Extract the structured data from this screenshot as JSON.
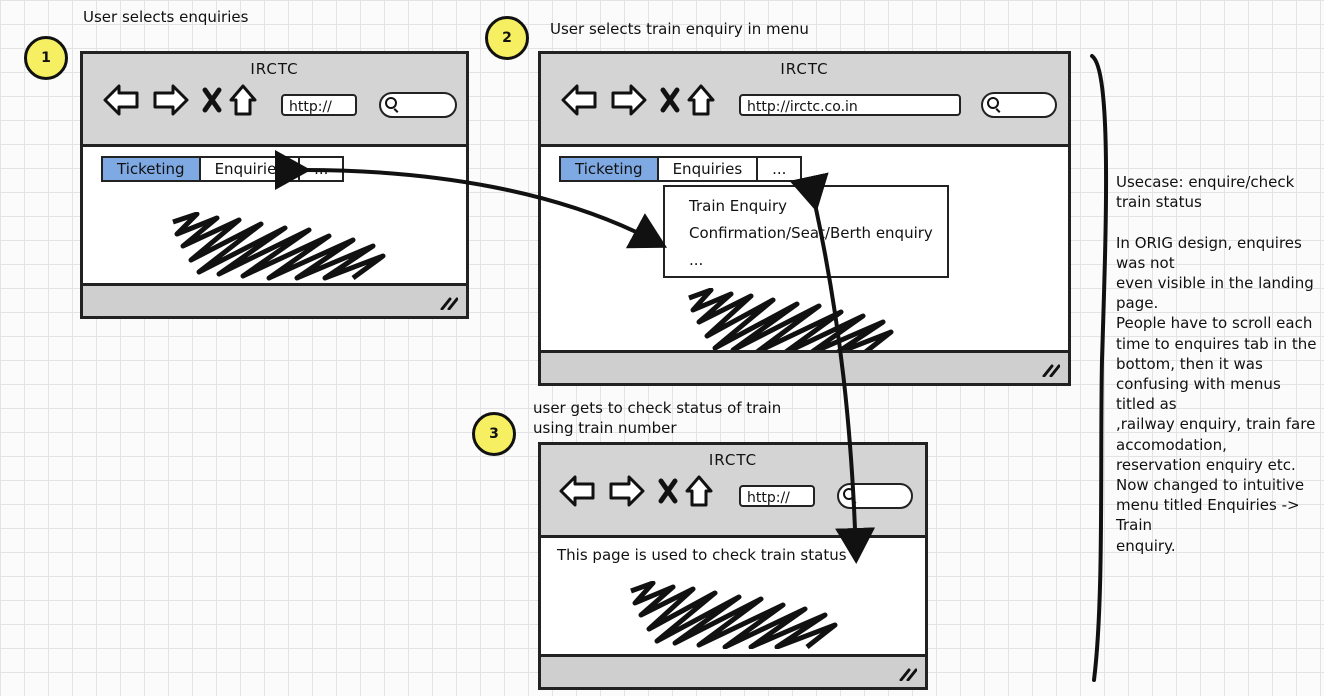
{
  "captions": {
    "step1": "User selects enquiries",
    "step2": "User selects train enquiry in menu",
    "step3_line1": "user gets to check status of train",
    "step3_line2": "using train number"
  },
  "badges": {
    "one": "1",
    "two": "2",
    "three": "3"
  },
  "browser1": {
    "title": "IRCTC",
    "url": "http://",
    "tabs": [
      "Ticketing",
      "Enquiries",
      "..."
    ],
    "active_tab": "Ticketing"
  },
  "browser2": {
    "title": "IRCTC",
    "url": "http://irctc.co.in",
    "tabs": [
      "Ticketing",
      "Enquiries",
      "..."
    ],
    "active_tab": "Ticketing",
    "menu": [
      "Train Enquiry",
      "Confirmation/Seat/Berth enquiry",
      "..."
    ]
  },
  "browser3": {
    "title": "IRCTC",
    "url": "http://",
    "body_text": "This page is used to check train status"
  },
  "side_note": "Usecase: enquire/check\ntrain status\n\nIn ORIG design, enquires\nwas not\neven visible in the landing\npage.\nPeople have to scroll each\ntime to enquires tab in the\nbottom, then it was\nconfusing with menus\ntitled as\n,railway enquiry, train fare\naccomodation,\nreservation enquiry etc.\nNow changed to intuitive\nmenu titled Enquiries ->\nTrain\nenquiry.",
  "colors": {
    "badge": "#f6ef62",
    "active_tab": "#7fa9e3",
    "chrome": "#d4d4d4"
  },
  "icons": [
    "back-arrow-icon",
    "forward-arrow-icon",
    "close-icon",
    "home-icon",
    "search-icon",
    "resize-grip-icon"
  ]
}
